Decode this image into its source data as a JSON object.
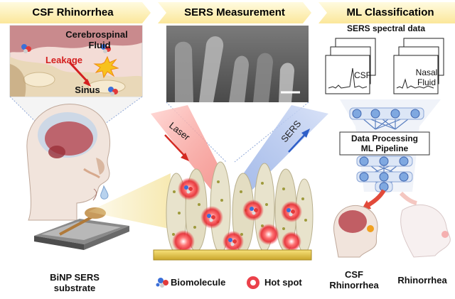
{
  "headers": {
    "step1": "CSF Rhinorrhea",
    "step2": "SERS Measurement",
    "step3": "ML Classification"
  },
  "panel1": {
    "cerebrospinal": "Cerebrospinal",
    "fluid": "Fluid",
    "leakage": "Leakage",
    "sinus": "Sinus"
  },
  "panel3": {
    "spectral_title": "SERS spectral data",
    "csf": "CSF",
    "nasal": "Nasal",
    "fluid": "Fluid",
    "data_processing": "Data Processing",
    "ml_pipeline": "ML Pipeline"
  },
  "beams": {
    "laser": "Laser",
    "sers": "SERS"
  },
  "bottom": {
    "substrate_line1": "BiNP SERS",
    "substrate_line2": "substrate",
    "biomolecule": "Biomolecule",
    "hotspot": "Hot spot",
    "csf_line1": "CSF",
    "csf_line2": "Rhinorrhea",
    "rhinorrhea": "Rhinorrhea"
  },
  "colors": {
    "header_bg": "#fff6c4",
    "header_edge": "#f3d55a",
    "laser": "#e0322b",
    "sers": "#3a66c8",
    "substrate_gold": "#e8c84a",
    "hotspot": "#e8202a",
    "network_node": "#7fa8e0"
  }
}
